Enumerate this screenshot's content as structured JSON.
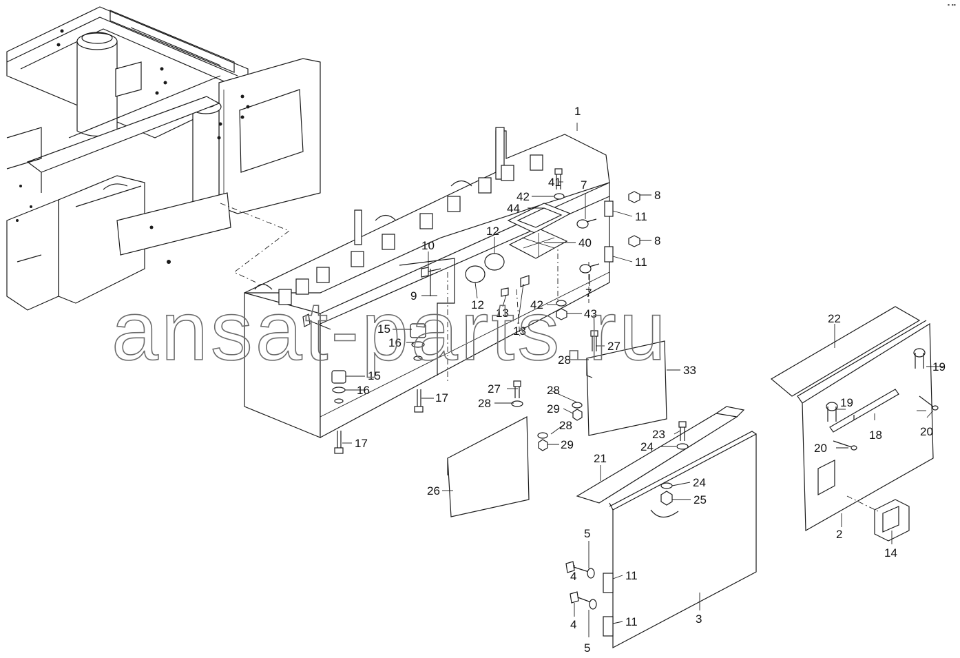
{
  "watermark": "ansat-parts.ru",
  "callouts": [
    "1",
    "2",
    "3",
    "4",
    "4",
    "5",
    "5",
    "7",
    "7",
    "8",
    "8",
    "9",
    "10",
    "11",
    "11",
    "11",
    "11",
    "12",
    "12",
    "13",
    "13",
    "14",
    "15",
    "15",
    "16",
    "16",
    "17",
    "17",
    "18",
    "19",
    "19",
    "20",
    "20",
    "21",
    "22",
    "23",
    "24",
    "24",
    "25",
    "26",
    "27",
    "27",
    "28",
    "28",
    "28",
    "28",
    "29",
    "29",
    "33",
    "40",
    "41",
    "42",
    "42",
    "43",
    "44"
  ]
}
